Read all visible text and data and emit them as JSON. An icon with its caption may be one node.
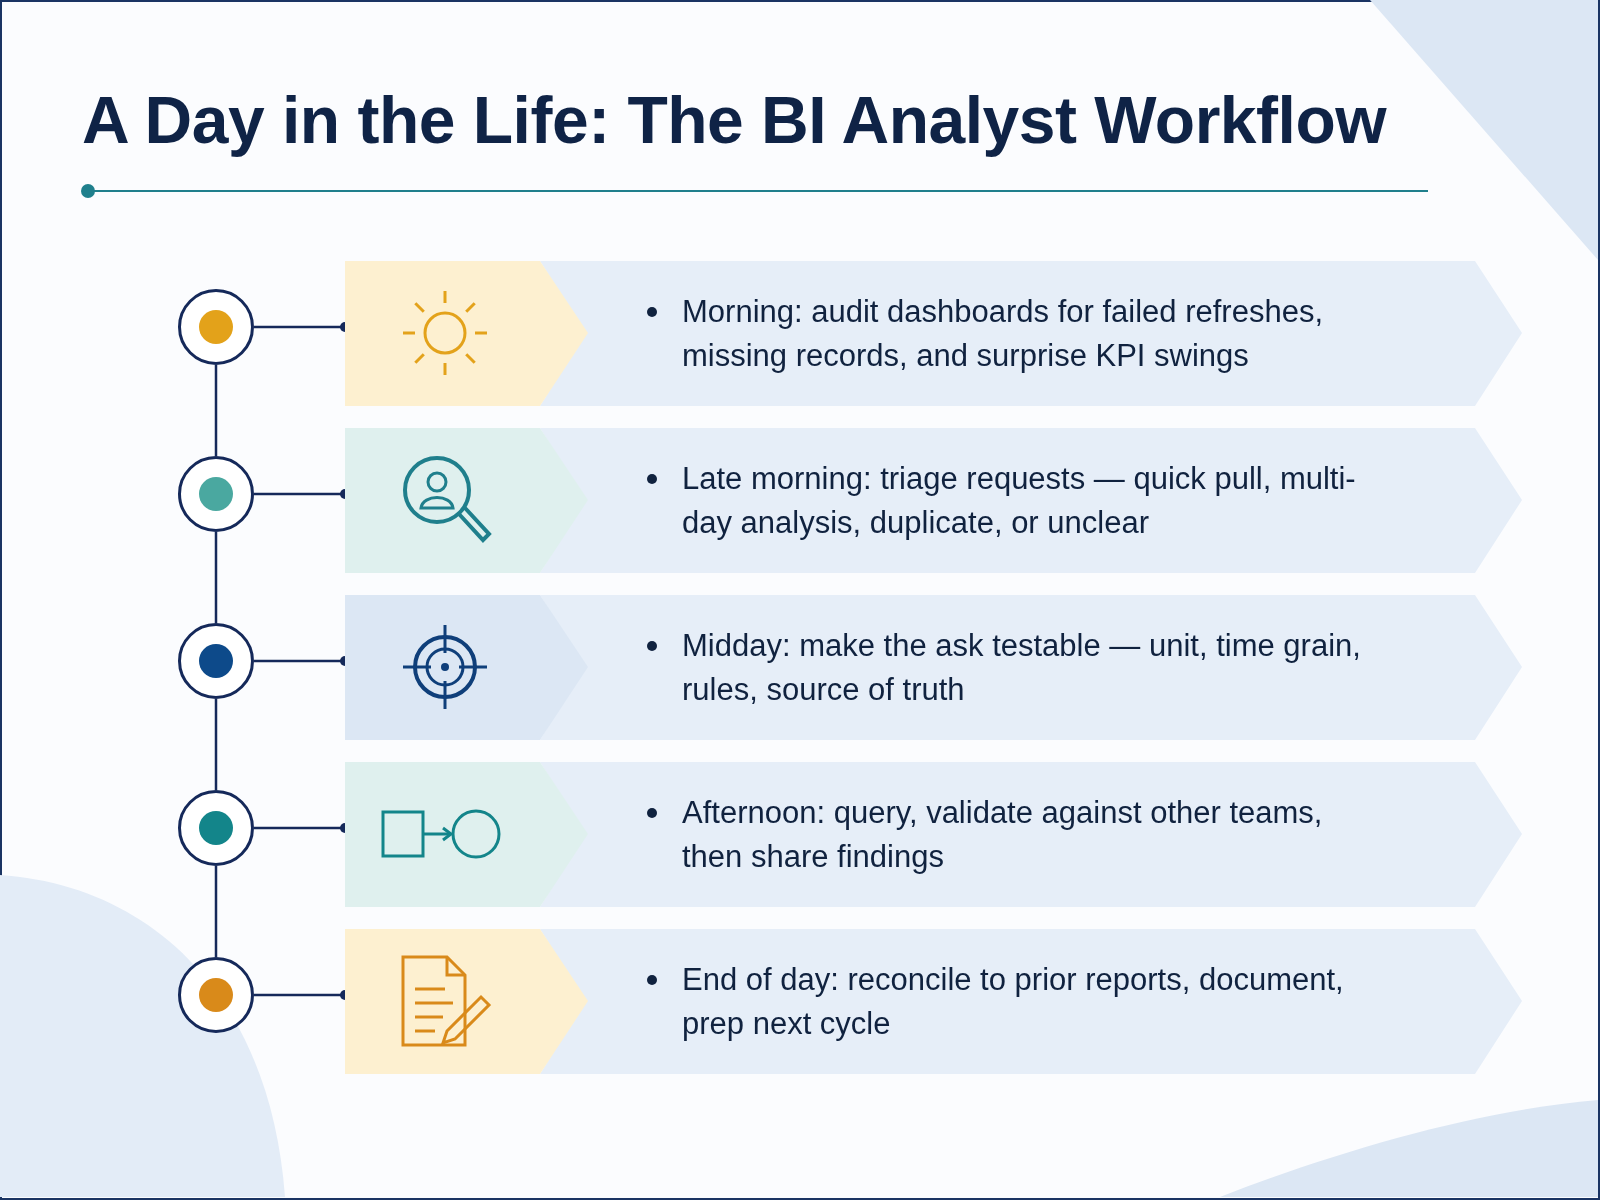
{
  "diagram": {
    "title": "A Day in the Life: The BI Analyst Workflow",
    "nodes": [
      {
        "text": [],
        "shape": "circle"
      },
      {
        "text": [],
        "shape": "circle"
      },
      {
        "text": [],
        "shape": "circle"
      },
      {
        "text": [],
        "shape": "circle"
      },
      {
        "text": [],
        "shape": "circle"
      },
      {
        "text": [
          "Morning: audit dashboards for failed refreshes, missing records, and surprise KPI swings"
        ]
      },
      {
        "text": [
          "Late morning: triage requests — quick pull, multi-day analysis, duplicate, or unclear"
        ]
      },
      {
        "text": [
          "Midday: make the ask testable — unit, time grain, rules, source of truth"
        ]
      },
      {
        "text": [
          "Afternoon: query, validate against other teams, then share findings"
        ]
      },
      {
        "text": [
          "End of day: reconcile to prior reports, document, prep next cycle"
        ]
      }
    ],
    "edges": [
      {
        "from": 0,
        "to": 1,
        "arrow": "none"
      },
      {
        "from": 1,
        "to": 2,
        "arrow": "none"
      },
      {
        "from": 2,
        "to": 3,
        "arrow": "none"
      },
      {
        "from": 3,
        "to": 4,
        "arrow": "none"
      },
      {
        "from": 0,
        "to": 5,
        "arrow": "other"
      },
      {
        "from": 1,
        "to": 6,
        "arrow": "other"
      },
      {
        "from": 2,
        "to": 7,
        "arrow": "other"
      },
      {
        "from": 3,
        "to": 8,
        "arrow": "other"
      },
      {
        "from": 4,
        "to": 9,
        "arrow": "other"
      }
    ]
  }
}
